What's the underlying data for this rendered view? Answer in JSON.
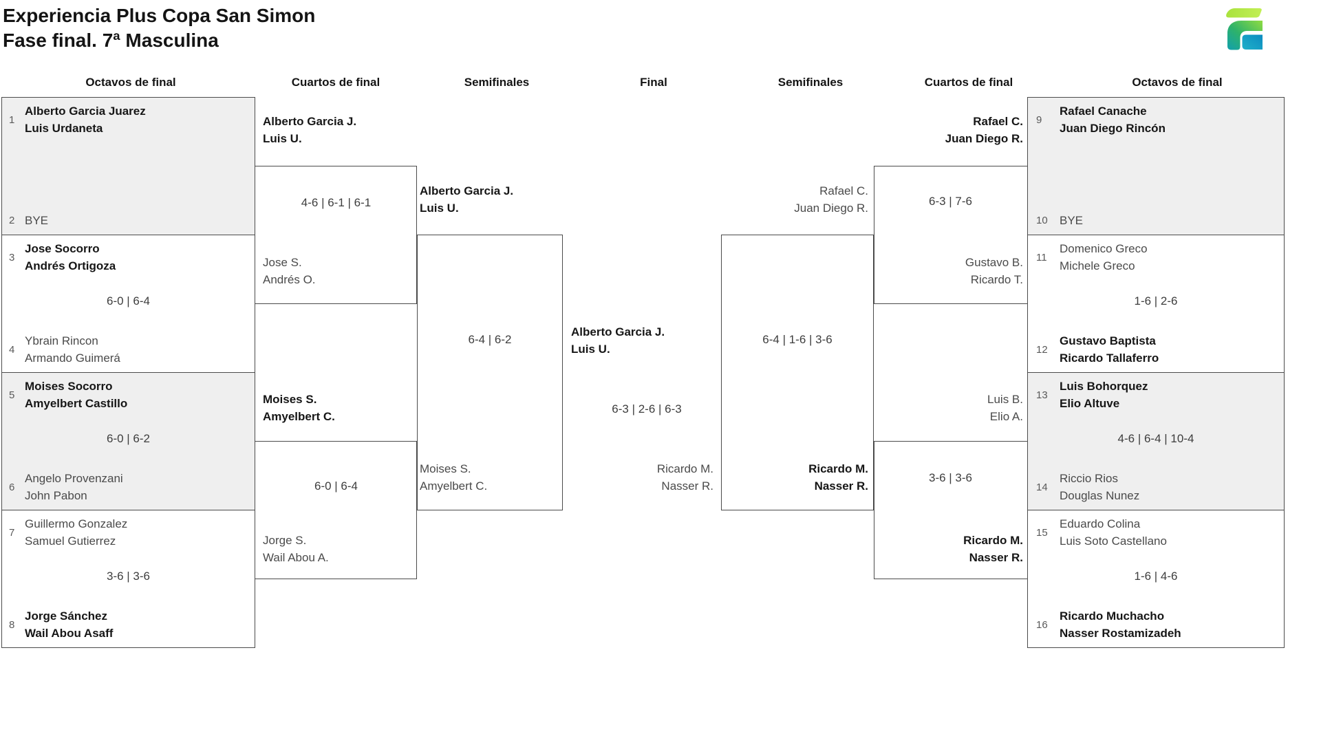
{
  "title": {
    "line1": "Experiencia Plus Copa San Simon",
    "line2": "Fase final. 7ª Masculina"
  },
  "rounds": [
    "Octavos de final",
    "Cuartos de final",
    "Semifinales",
    "Final",
    "Semifinales",
    "Cuartos de final",
    "Octavos de final"
  ],
  "octavos_left": [
    {
      "score": "",
      "top": {
        "seed": "1",
        "l1": "Alberto Garcia Juarez",
        "l2": "Luis Urdaneta",
        "winner": true
      },
      "bottom": {
        "seed": "2",
        "l1": "BYE",
        "l2": "",
        "winner": false
      }
    },
    {
      "score": "6-0 | 6-4",
      "top": {
        "seed": "3",
        "l1": "Jose Socorro",
        "l2": "Andrés Ortigoza",
        "winner": true
      },
      "bottom": {
        "seed": "4",
        "l1": "Ybrain Rincon",
        "l2": "Armando Guimerá",
        "winner": false
      }
    },
    {
      "score": "6-0 | 6-2",
      "top": {
        "seed": "5",
        "l1": "Moises Socorro",
        "l2": "Amyelbert Castillo",
        "winner": true
      },
      "bottom": {
        "seed": "6",
        "l1": "Angelo Provenzani",
        "l2": "John Pabon",
        "winner": false
      }
    },
    {
      "score": "3-6 | 3-6",
      "top": {
        "seed": "7",
        "l1": "Guillermo Gonzalez",
        "l2": "Samuel Gutierrez",
        "winner": false
      },
      "bottom": {
        "seed": "8",
        "l1": "Jorge Sánchez",
        "l2": "Wail Abou Asaff",
        "winner": true
      }
    }
  ],
  "octavos_right": [
    {
      "score": "",
      "top": {
        "seed": "9",
        "l1": "Rafael Canache",
        "l2": "Juan Diego Rincón",
        "winner": true
      },
      "bottom": {
        "seed": "10",
        "l1": "BYE",
        "l2": "",
        "winner": false
      }
    },
    {
      "score": "1-6 | 2-6",
      "top": {
        "seed": "11",
        "l1": "Domenico Greco",
        "l2": "Michele Greco",
        "winner": false
      },
      "bottom": {
        "seed": "12",
        "l1": "Gustavo Baptista",
        "l2": "Ricardo Tallaferro",
        "winner": true
      }
    },
    {
      "score": "4-6 | 6-4 | 10-4",
      "top": {
        "seed": "13",
        "l1": "Luis Bohorquez",
        "l2": "Elio Altuve",
        "winner": true
      },
      "bottom": {
        "seed": "14",
        "l1": "Riccio Rios",
        "l2": "Douglas Nunez",
        "winner": false
      }
    },
    {
      "score": "1-6 | 4-6",
      "top": {
        "seed": "15",
        "l1": "Eduardo Colina",
        "l2": "Luis Soto Castellano",
        "winner": false
      },
      "bottom": {
        "seed": "16",
        "l1": "Ricardo Muchacho",
        "l2": "Nasser Rostamizadeh",
        "winner": true
      }
    }
  ],
  "cuartos_left": [
    {
      "score": "4-6 | 6-1 | 6-1",
      "top": {
        "l1": "Alberto Garcia J.",
        "l2": "Luis U.",
        "winner": true
      },
      "bottom": {
        "l1": "Jose S.",
        "l2": "Andrés O.",
        "winner": false
      }
    },
    {
      "score": "6-0 | 6-4",
      "top": {
        "l1": "Moises S.",
        "l2": "Amyelbert C.",
        "winner": true
      },
      "bottom": {
        "l1": "Jorge S.",
        "l2": "Wail Abou A.",
        "winner": false
      }
    }
  ],
  "cuartos_right": [
    {
      "score": "6-3 | 7-6",
      "top": {
        "l1": "Rafael C.",
        "l2": "Juan Diego R.",
        "winner": true
      },
      "bottom": {
        "l1": "Gustavo B.",
        "l2": "Ricardo T.",
        "winner": false
      }
    },
    {
      "score": "3-6 | 3-6",
      "top": {
        "l1": "Luis B.",
        "l2": "Elio A.",
        "winner": false
      },
      "bottom": {
        "l1": "Ricardo M.",
        "l2": "Nasser R.",
        "winner": true
      }
    }
  ],
  "semifinal_left": {
    "score": "6-4 | 6-2",
    "top": {
      "l1": "Alberto Garcia J.",
      "l2": "Luis U.",
      "winner": true
    },
    "bottom": {
      "l1": "Moises S.",
      "l2": "Amyelbert C.",
      "winner": false
    }
  },
  "semifinal_right": {
    "score": "6-4 | 1-6 | 3-6",
    "top": {
      "l1": "Rafael C.",
      "l2": "Juan Diego R.",
      "winner": false
    },
    "bottom": {
      "l1": "Ricardo M.",
      "l2": "Nasser R.",
      "winner": true
    }
  },
  "final": {
    "score": "6-3 | 2-6 | 6-3",
    "winner": {
      "l1": "Alberto Garcia J.",
      "l2": "Luis U."
    },
    "runner_up": {
      "l1": "Ricardo M.",
      "l2": "Nasser R."
    }
  },
  "colors": {
    "bracket_border": "#4a4a4a",
    "shaded_box_fill": "#efefef",
    "winner_text": "#161616",
    "loser_text": "#4a4a4a",
    "seed_text": "#595959",
    "score_text": "#3d3d3d",
    "logo_lime": "#b7e84c",
    "logo_green": "#53c24b",
    "logo_teal": "#12a0ad",
    "logo_blue": "#0d8cc0"
  },
  "icons": {
    "logo": "club-logo"
  }
}
